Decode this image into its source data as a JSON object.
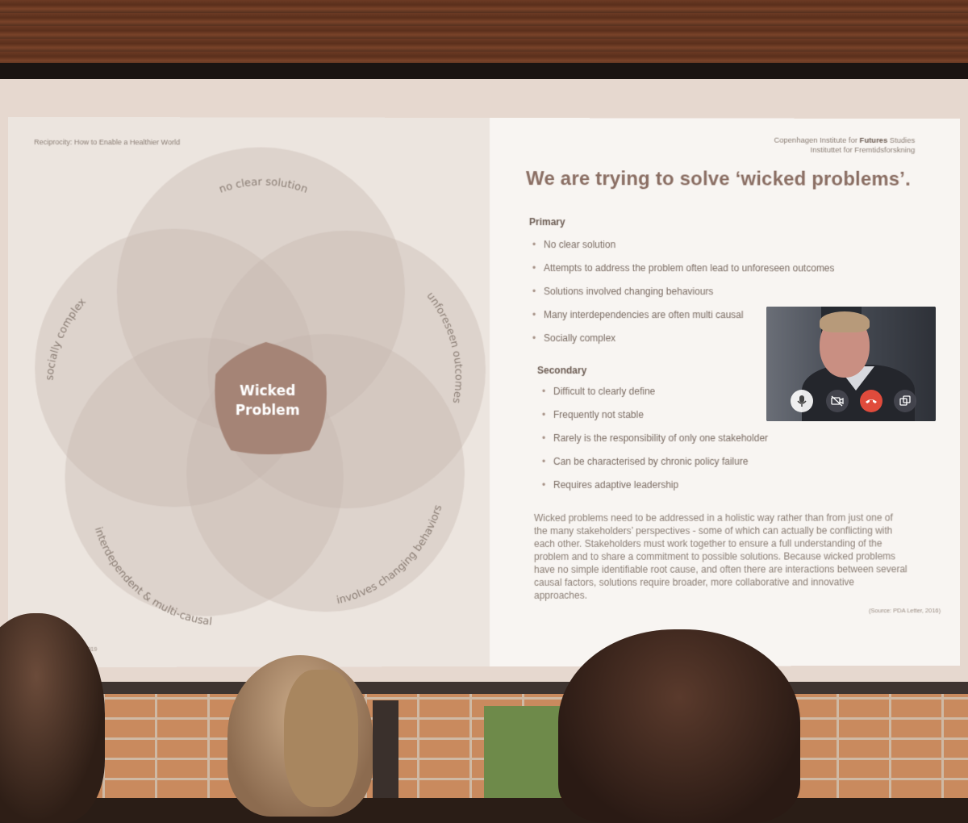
{
  "slide": {
    "header_left": "Reciprocity: How to Enable a Healthier World",
    "header_right_prefix": "Copenhagen Institute for ",
    "header_right_bold": "Futures",
    "header_right_suffix": " Studies",
    "header_right_line2": "Instituttet for Fremtidsforskning",
    "title": "We are trying to solve ‘wicked problems’.",
    "primary_label": "Primary",
    "primary_items": [
      "No clear solution",
      "Attempts to address the problem often lead to unforeseen outcomes",
      "Solutions involved changing behaviours",
      "Many interdependencies are often multi causal",
      "Socially complex"
    ],
    "secondary_label": "Secondary",
    "secondary_items": [
      "Difficult to clearly define",
      "Frequently not stable",
      "Rarely is the responsibility of only one stakeholder",
      "Can be characterised by chronic policy failure",
      "Requires adaptive leadership"
    ],
    "paragraph": "Wicked problems need to be addressed in a holistic way rather than from just one of the many stakeholders’ perspectives - some of which can actually be conflicting with each other. Stakeholders must work together to ensure a full understanding of the problem and to share a commitment to possible solutions. Because wicked problems have no simple identifiable root cause, and often there are interactions between several causal factors, solutions require broader, more collaborative and innovative approaches.",
    "source": "(Source: PDA Letter, 2016)",
    "footer_number": "2019"
  },
  "venn": {
    "center_line1": "Wicked",
    "center_line2": "Problem",
    "labels": {
      "top": "no clear solution",
      "right": "unforeseen outcomes",
      "bottom_right": "involves changing behaviors",
      "bottom_left": "interdependent & multi-causal",
      "left": "socially complex"
    },
    "circle_color": "#c4b6ad",
    "center_color": "#a58476"
  },
  "video_call": {
    "mic_icon": "microphone-icon",
    "camera_icon": "camera-off-icon",
    "hangup_icon": "hang-up-icon",
    "share_icon": "screen-share-icon"
  }
}
